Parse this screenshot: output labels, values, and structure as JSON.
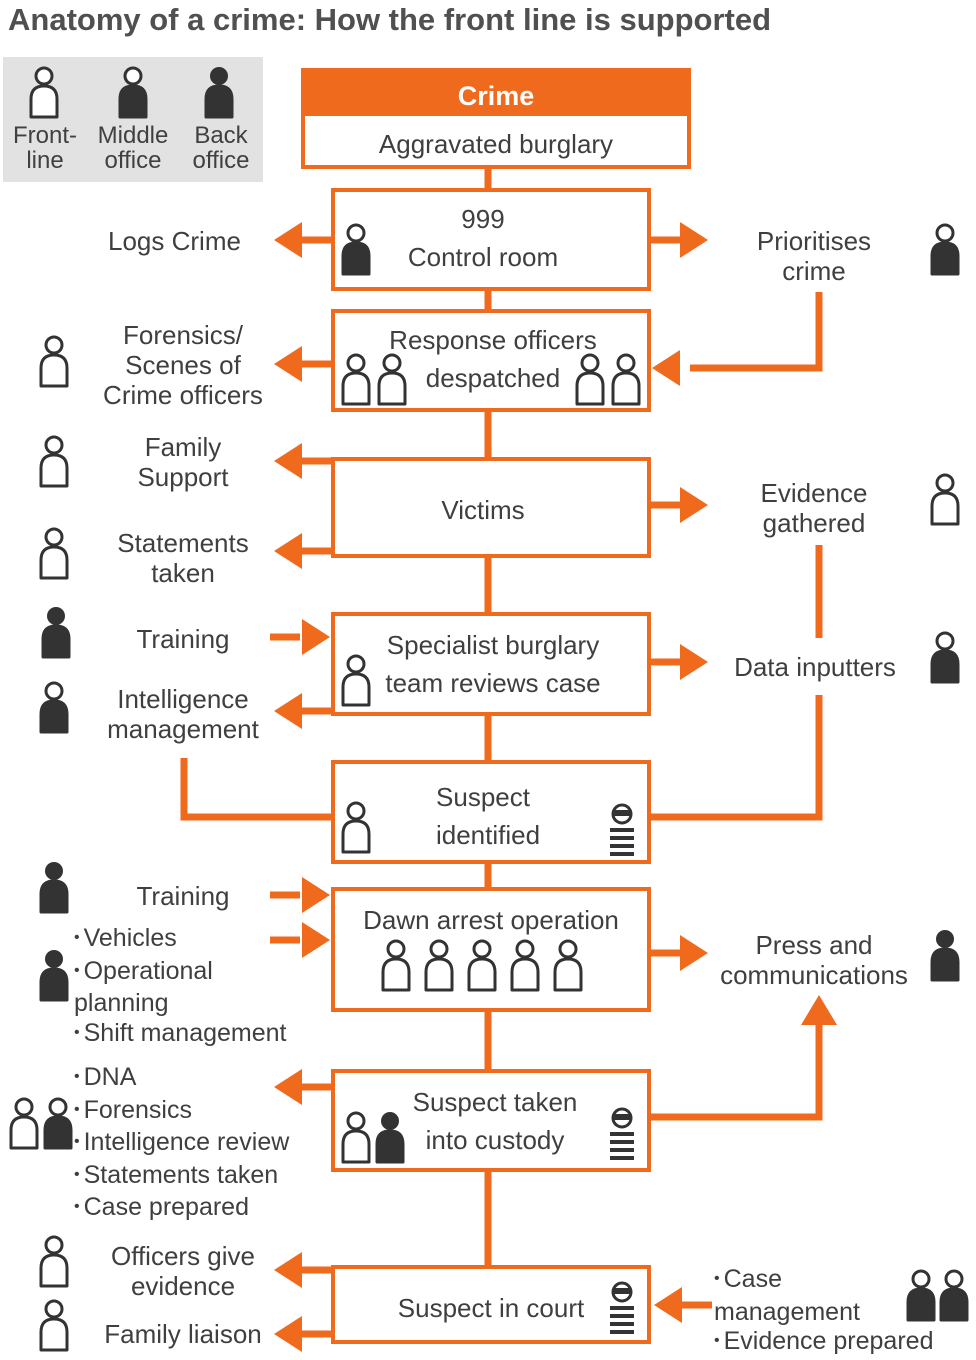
{
  "title": "Anatomy of a crime: How the front line is supported",
  "legend": {
    "front": "Front-\nline",
    "middle": "Middle\noffice",
    "back": "Back\noffice"
  },
  "crime": {
    "heading": "Crime",
    "type": "Aggravated burglary"
  },
  "steps": {
    "control": [
      "999",
      "Control room"
    ],
    "response": [
      "Response officers",
      "despatched"
    ],
    "victims": "Victims",
    "specialist": [
      "Specialist burglary",
      "team reviews case"
    ],
    "suspect_identified": [
      "Suspect",
      "identified"
    ],
    "dawn": "Dawn arrest operation",
    "custody": [
      "Suspect taken",
      "into custody"
    ],
    "court": "Suspect in court"
  },
  "side": {
    "logs_crime": "Logs Crime",
    "prioritises": "Prioritises\ncrime",
    "forensics": "Forensics/\nScenes of\nCrime officers",
    "family_support": "Family\nSupport",
    "statements": "Statements\ntaken",
    "evidence": "Evidence\ngathered",
    "training1": "Training",
    "intelligence": "Intelligence\nmanagement",
    "data_inputters": "Data inputters",
    "training2": "Training",
    "press": "Press and\ncommunications",
    "officers_evidence": "Officers give\nevidence",
    "family_liaison": "Family liaison"
  },
  "lists": {
    "dawn_support": [
      "Vehicles",
      "Operational\nplanning",
      "Shift management"
    ],
    "custody_support": [
      "DNA",
      "Forensics",
      "Intelligence review",
      "Statements taken",
      "Case prepared"
    ],
    "court_support": [
      "Case\nmanagement",
      "Evidence prepared"
    ]
  },
  "colors": {
    "accent": "#f06a1e",
    "figure_dark": "#333333",
    "legend_bg": "#e2e2e2"
  }
}
